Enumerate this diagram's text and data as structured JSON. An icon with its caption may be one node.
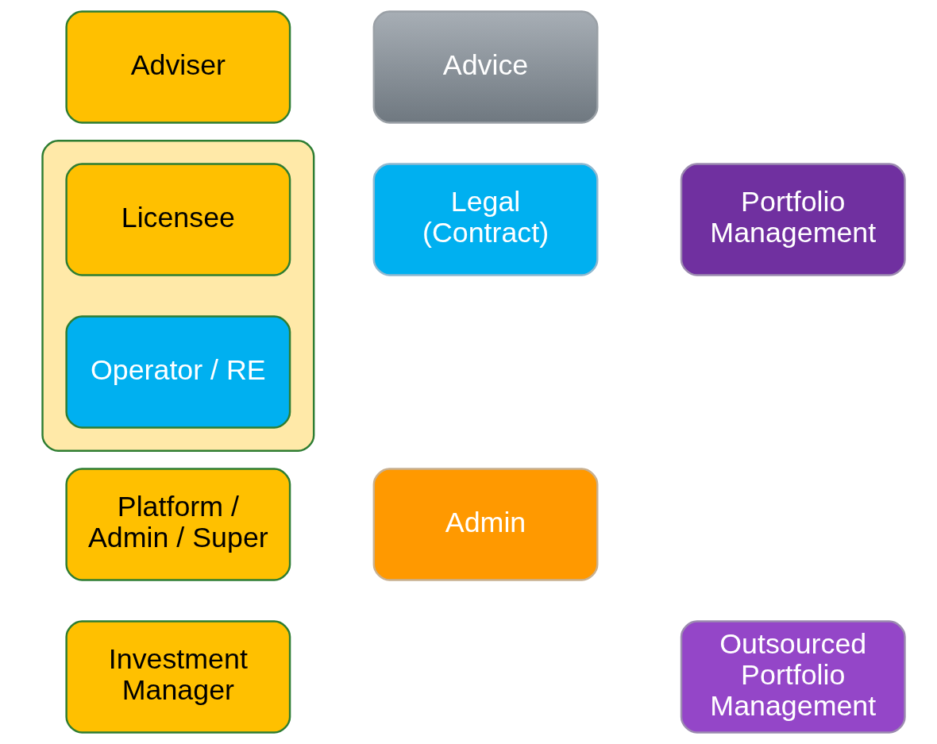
{
  "diagram": {
    "nodes": [
      {
        "text": [
          "Adviser"
        ]
      },
      {
        "text": [
          "Advice"
        ]
      },
      {
        "text": [],
        "shape": "box"
      },
      {
        "text": [
          "Licensee"
        ],
        "in": 2
      },
      {
        "text": [
          "Legal (Contract)"
        ]
      },
      {
        "text": [
          "Portfolio Management"
        ]
      },
      {
        "text": [
          "Operator / RE"
        ],
        "in": 2
      },
      {
        "text": [
          "Platform / Admin / Super"
        ]
      },
      {
        "text": [
          "Admin"
        ]
      },
      {
        "text": [
          "Investment Manager"
        ]
      },
      {
        "text": [
          "Outsourced Portfolio Management"
        ]
      }
    ],
    "edges": []
  }
}
